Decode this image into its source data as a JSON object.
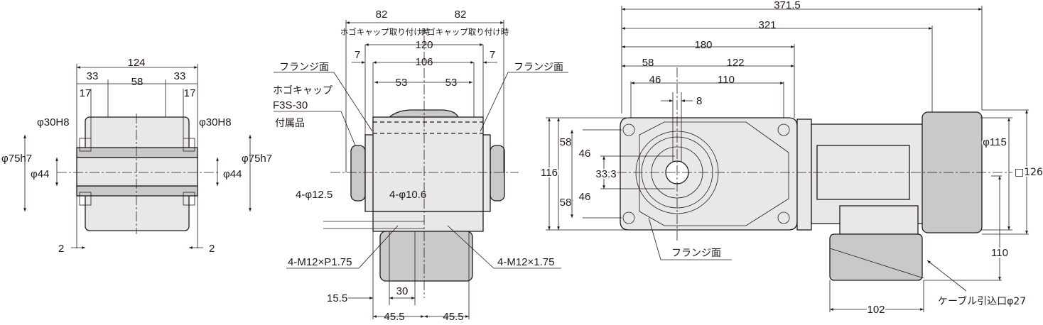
{
  "left_view": {
    "overall_width": "124",
    "left_offset": "33",
    "center_width": "58",
    "right_offset": "33",
    "left_bearing": "17",
    "right_bearing": "17",
    "bore_left": "φ30H8",
    "bore_right": "φ30H8",
    "outer_left": "φ75h7",
    "outer_right": "φ75h7",
    "inner_left": "φ44",
    "inner_right": "φ44",
    "gap_left": "2",
    "gap_right": "2"
  },
  "middle_view": {
    "cap_width_left": "82",
    "cap_width_right": "82",
    "cap_note_left": "ホゴキャップ取り付け時",
    "cap_note_right": "ホゴキャップ取り付け時",
    "flange_width": "120",
    "offset_left": "7",
    "offset_right": "7",
    "body_width": "106",
    "half_left": "53",
    "half_right": "53",
    "flange_face_left": "フランジ面",
    "flange_face_right": "フランジ面",
    "cap_label": "ホゴキャップ",
    "cap_model": "F3S-30",
    "cap_accessory": "付属品",
    "hole_a": "4-φ12.5",
    "hole_b": "4-φ10.6",
    "thread_a": "4-M12×P1.75",
    "thread_b": "4-M12×1.75",
    "dim_15_5": "15.5",
    "dim_30": "30",
    "dim_45_5_left": "45.5",
    "dim_45_5_right": "45.5"
  },
  "right_view": {
    "overall_length": "371.5",
    "length_321": "321",
    "length_180": "180",
    "dim_58": "58",
    "dim_122": "122",
    "dim_46": "46",
    "dim_110_top": "110",
    "key_width": "8",
    "height_58_top": "58",
    "height_46_top": "46",
    "height_116": "116",
    "key_height": "33.3",
    "height_46_bottom": "46",
    "height_58_bottom": "58",
    "motor_diameter": "φ115",
    "square_126": "□126",
    "dim_110_side": "110",
    "flange_face": "フランジ面",
    "cable_inlet": "ケーブル引込口φ27",
    "terminal_width": "102"
  }
}
